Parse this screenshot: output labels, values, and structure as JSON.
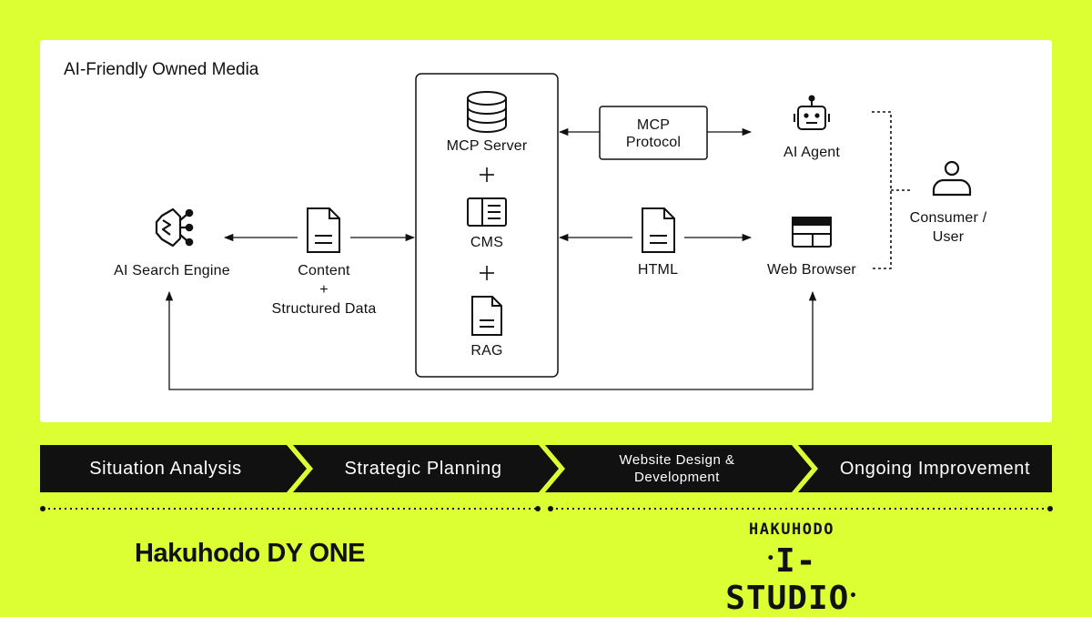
{
  "diagram": {
    "title": "AI-Friendly Owned Media",
    "ai_search_engine": "AI Search Engine",
    "content_line1": "Content",
    "content_plus": "+",
    "content_line2": "Structured Data",
    "mcp_server": "MCP Server",
    "plus": "+",
    "cms": "CMS",
    "rag": "RAG",
    "mcp_protocol_line1": "MCP",
    "mcp_protocol_line2": "Protocol",
    "html": "HTML",
    "ai_agent": "AI Agent",
    "web_browser": "Web Browser",
    "consumer_line1": "Consumer /",
    "consumer_line2": "User"
  },
  "process": {
    "steps": [
      {
        "label": "Situation Analysis"
      },
      {
        "label": "Strategic Planning"
      },
      {
        "label_line1": "Website Design &",
        "label_line2": "Development"
      },
      {
        "label": "Ongoing Improvement"
      }
    ],
    "color": "#111111"
  },
  "brands": {
    "left": "Hakuhodo DY ONE",
    "right_top": "HAKUHODO",
    "right_main": "I-STUDIO",
    "right_dot": "•"
  },
  "colors": {
    "background": "#dcff33",
    "panel": "#ffffff",
    "ink": "#111111"
  }
}
